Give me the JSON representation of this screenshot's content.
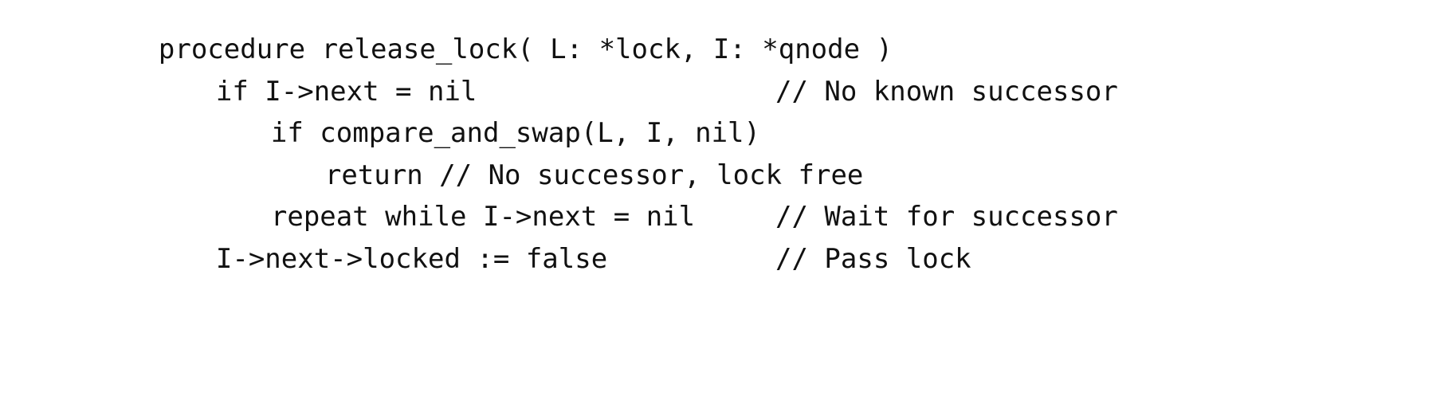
{
  "listing": {
    "lines": [
      {
        "code": "procedure release_lock( L: *lock, I: *qnode )",
        "comment": ""
      },
      {
        "code": "if I->next = nil",
        "comment": "// No known successor"
      },
      {
        "code": "if compare_and_swap(L, I, nil)",
        "comment": ""
      },
      {
        "code": "return // No successor, lock free",
        "comment": ""
      },
      {
        "code": "repeat while I->next = nil",
        "comment": "// Wait for successor"
      },
      {
        "code": "I->next->locked := false",
        "comment": "// Pass lock"
      }
    ]
  }
}
